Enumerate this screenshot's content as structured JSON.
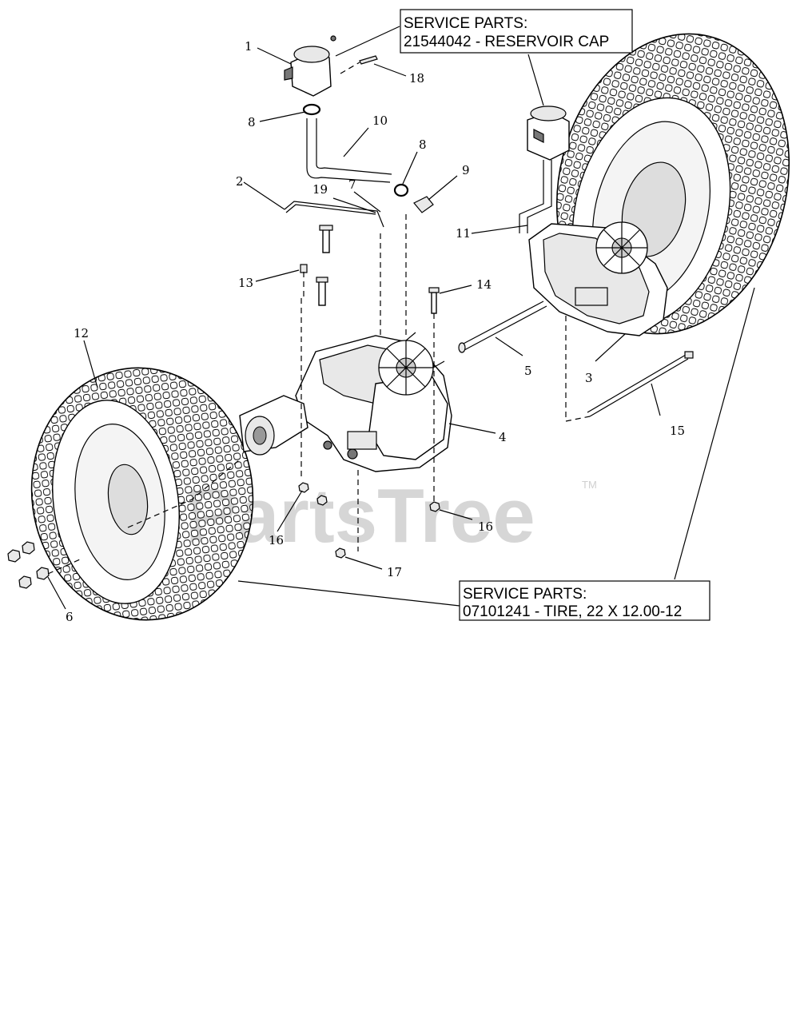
{
  "service_boxes": [
    {
      "line1": "SERVICE PARTS:",
      "line2": "21544042 - RESERVOIR CAP"
    },
    {
      "line1": "SERVICE PARTS:",
      "line2": "07101241 - TIRE, 22 X 12.00-12"
    }
  ],
  "callouts": {
    "c1": "1",
    "c2": "2",
    "c3": "3",
    "c4": "4",
    "c5": "5",
    "c6": "6",
    "c7": "7",
    "c8a": "8",
    "c8b": "8",
    "c9": "9",
    "c10": "10",
    "c11": "11",
    "c12": "12",
    "c13": "13",
    "c14": "14",
    "c15": "15",
    "c16a": "16",
    "c16b": "16",
    "c17": "17",
    "c18": "18",
    "c19": "19"
  },
  "watermark": {
    "text": "PartsTree",
    "tm": "TM"
  }
}
